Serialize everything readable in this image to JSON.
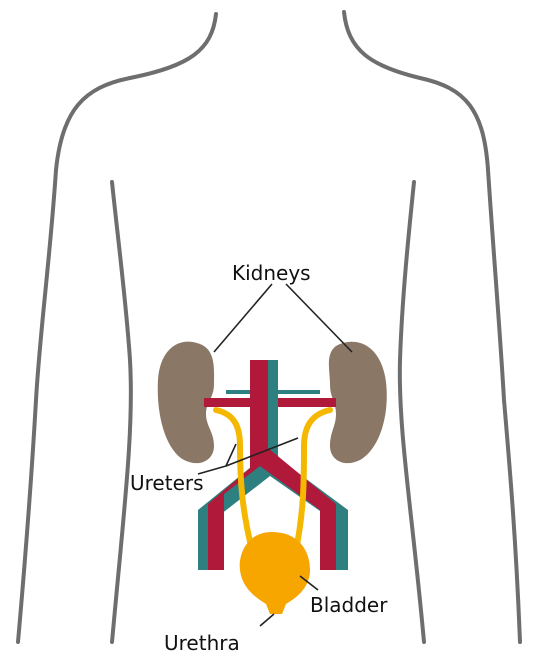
{
  "labels": {
    "kidneys": "Kidneys",
    "ureters": "Ureters",
    "bladder": "Bladder",
    "urethra": "Urethra"
  },
  "colors": {
    "body_outline": "#6e6e6e",
    "kidney": "#8a7766",
    "artery": "#b0193a",
    "vein": "#2e7f80",
    "ureter": "#f5b800",
    "bladder": "#f7a600",
    "leader_line": "#222222"
  }
}
